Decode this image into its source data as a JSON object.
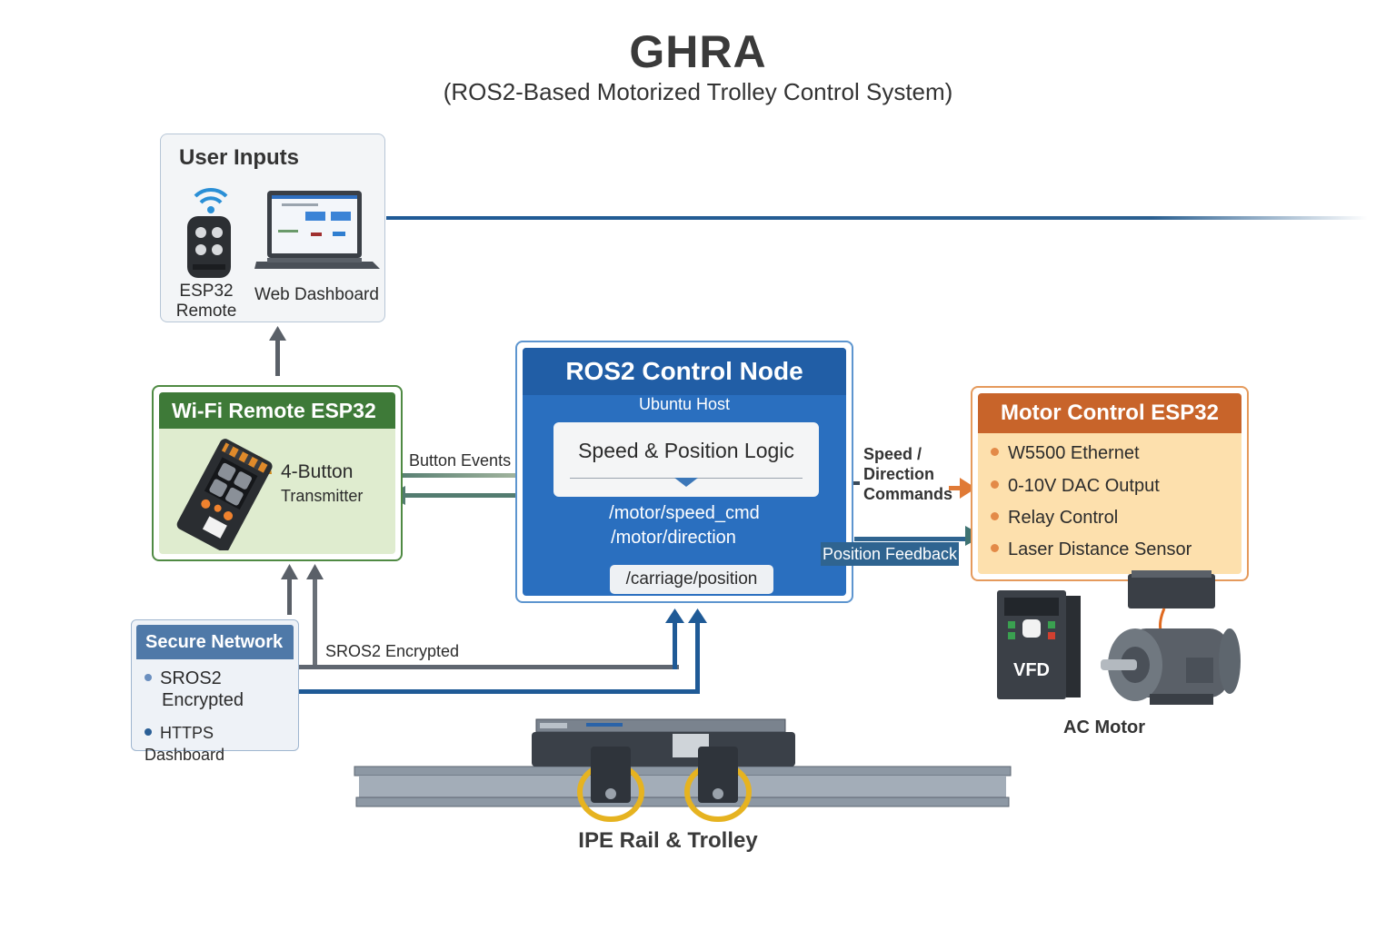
{
  "header": {
    "title": "GHRA",
    "subtitle": "(ROS2-Based Motorized Trolley Control System)"
  },
  "user_inputs": {
    "heading": "User Inputs",
    "items": [
      {
        "label": "ESP32 Remote",
        "icon": "wireless-remote-icon"
      },
      {
        "label": "Web Dashboard",
        "icon": "laptop-icon"
      }
    ],
    "remote_label_line1": "ESP32",
    "remote_label_line2": "Remote",
    "dashboard_label": "Web Dashboard"
  },
  "wifi_remote": {
    "title": "Wi-Fi Remote ESP32",
    "desc_line1": "4-Button",
    "desc_line2": "Transmitter",
    "icon": "esp32-board-icon"
  },
  "ros2_node": {
    "title": "ROS2 Control Node",
    "host": "Ubuntu Host",
    "logic": "Speed & Position Logic",
    "topics": {
      "speed": "/motor/speed_cmd",
      "direction": "/motor/direction",
      "position": "/carriage/position"
    }
  },
  "motor_control": {
    "title": "Motor Control ESP32",
    "items": [
      "W5500 Ethernet",
      "0-10V DAC Output",
      "Relay Control",
      "Laser Distance Sensor"
    ],
    "vfd_label": "VFD",
    "motor_label": "AC Motor"
  },
  "secure_network": {
    "title": "Secure Network",
    "items": [
      {
        "line1": "SROS2",
        "line2": "Encrypted"
      },
      {
        "line1": "HTTPS Dashboard",
        "line2": ""
      }
    ]
  },
  "connections": {
    "button_events": "Button Events",
    "speed_dir_line1": "Speed /",
    "speed_dir_line2": "Direction",
    "speed_dir_line3": "Commands",
    "position_feedback": "Position Feedback",
    "sros2_encrypted": "SROS2 Encrypted"
  },
  "rail": {
    "label": "IPE Rail & Trolley"
  },
  "colors": {
    "green_header": "#3e7a38",
    "ros_blue": "#2a6fbf",
    "orange_header": "#c8642a",
    "secure_blue": "#4f79a8",
    "arrow_dark": "#5a6068",
    "arrow_blue": "#1f5a96"
  }
}
